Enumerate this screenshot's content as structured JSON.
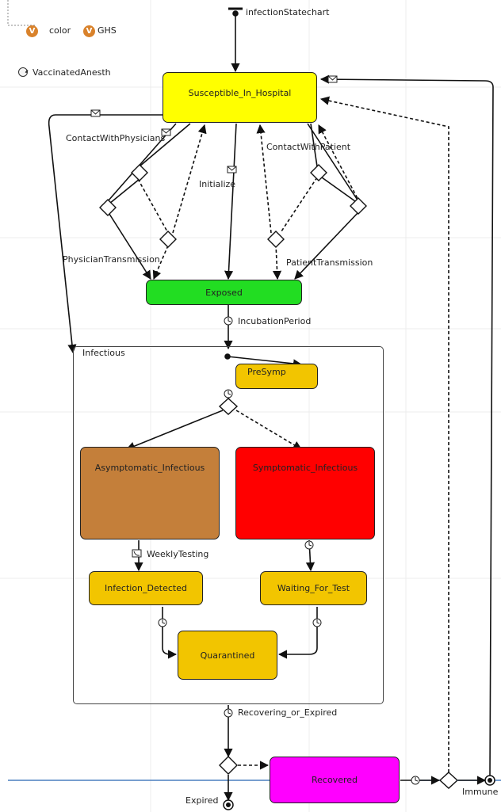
{
  "statechart": {
    "name": "infectionStatechart",
    "states": {
      "susceptible": {
        "name": "Susceptible_In_Hospital",
        "color": "#ffff00"
      },
      "exposed": {
        "name": "Exposed",
        "color": "#22dd22"
      },
      "presymp": {
        "name": "PreSymp",
        "color": "#f2c500"
      },
      "asymptomatic": {
        "name": "Asymptomatic_Infectious",
        "color": "#c47f3a"
      },
      "symptomatic": {
        "name": "Symptomatic_Infectious",
        "color": "#ff0000"
      },
      "infection_detected": {
        "name": "Infection_Detected",
        "color": "#f2c500"
      },
      "waiting_for_test": {
        "name": "Waiting_For_Test",
        "color": "#f2c500"
      },
      "quarantined": {
        "name": "Quarantined",
        "color": "#f2c500"
      },
      "recovered": {
        "name": "Recovered",
        "color": "#ff00ff"
      }
    },
    "composite": {
      "name": "Infectious"
    },
    "final_states": {
      "immune": "Immune",
      "expired": "Expired"
    },
    "transitions": {
      "contact_with_physicians": "ContactWithPhysicians",
      "contact_with_patient": "ContactWithPatient",
      "initialize": "Initialize",
      "physician_transmission": "PhysicianTransmission",
      "patient_transmission": "PatientTransmission",
      "incubation_period": "IncubationPeriod",
      "weekly_testing": "WeeklyTesting",
      "recovering_or_expired": "Recovering_or_Expired"
    }
  },
  "variables": [
    {
      "name": "color",
      "icon": "variable-icon"
    },
    {
      "name": "GHS",
      "icon": "variable-icon"
    }
  ],
  "events": [
    {
      "name": "VaccinatedAnesth",
      "icon": "event-icon"
    }
  ],
  "icon_letters": {
    "variable": "V"
  }
}
